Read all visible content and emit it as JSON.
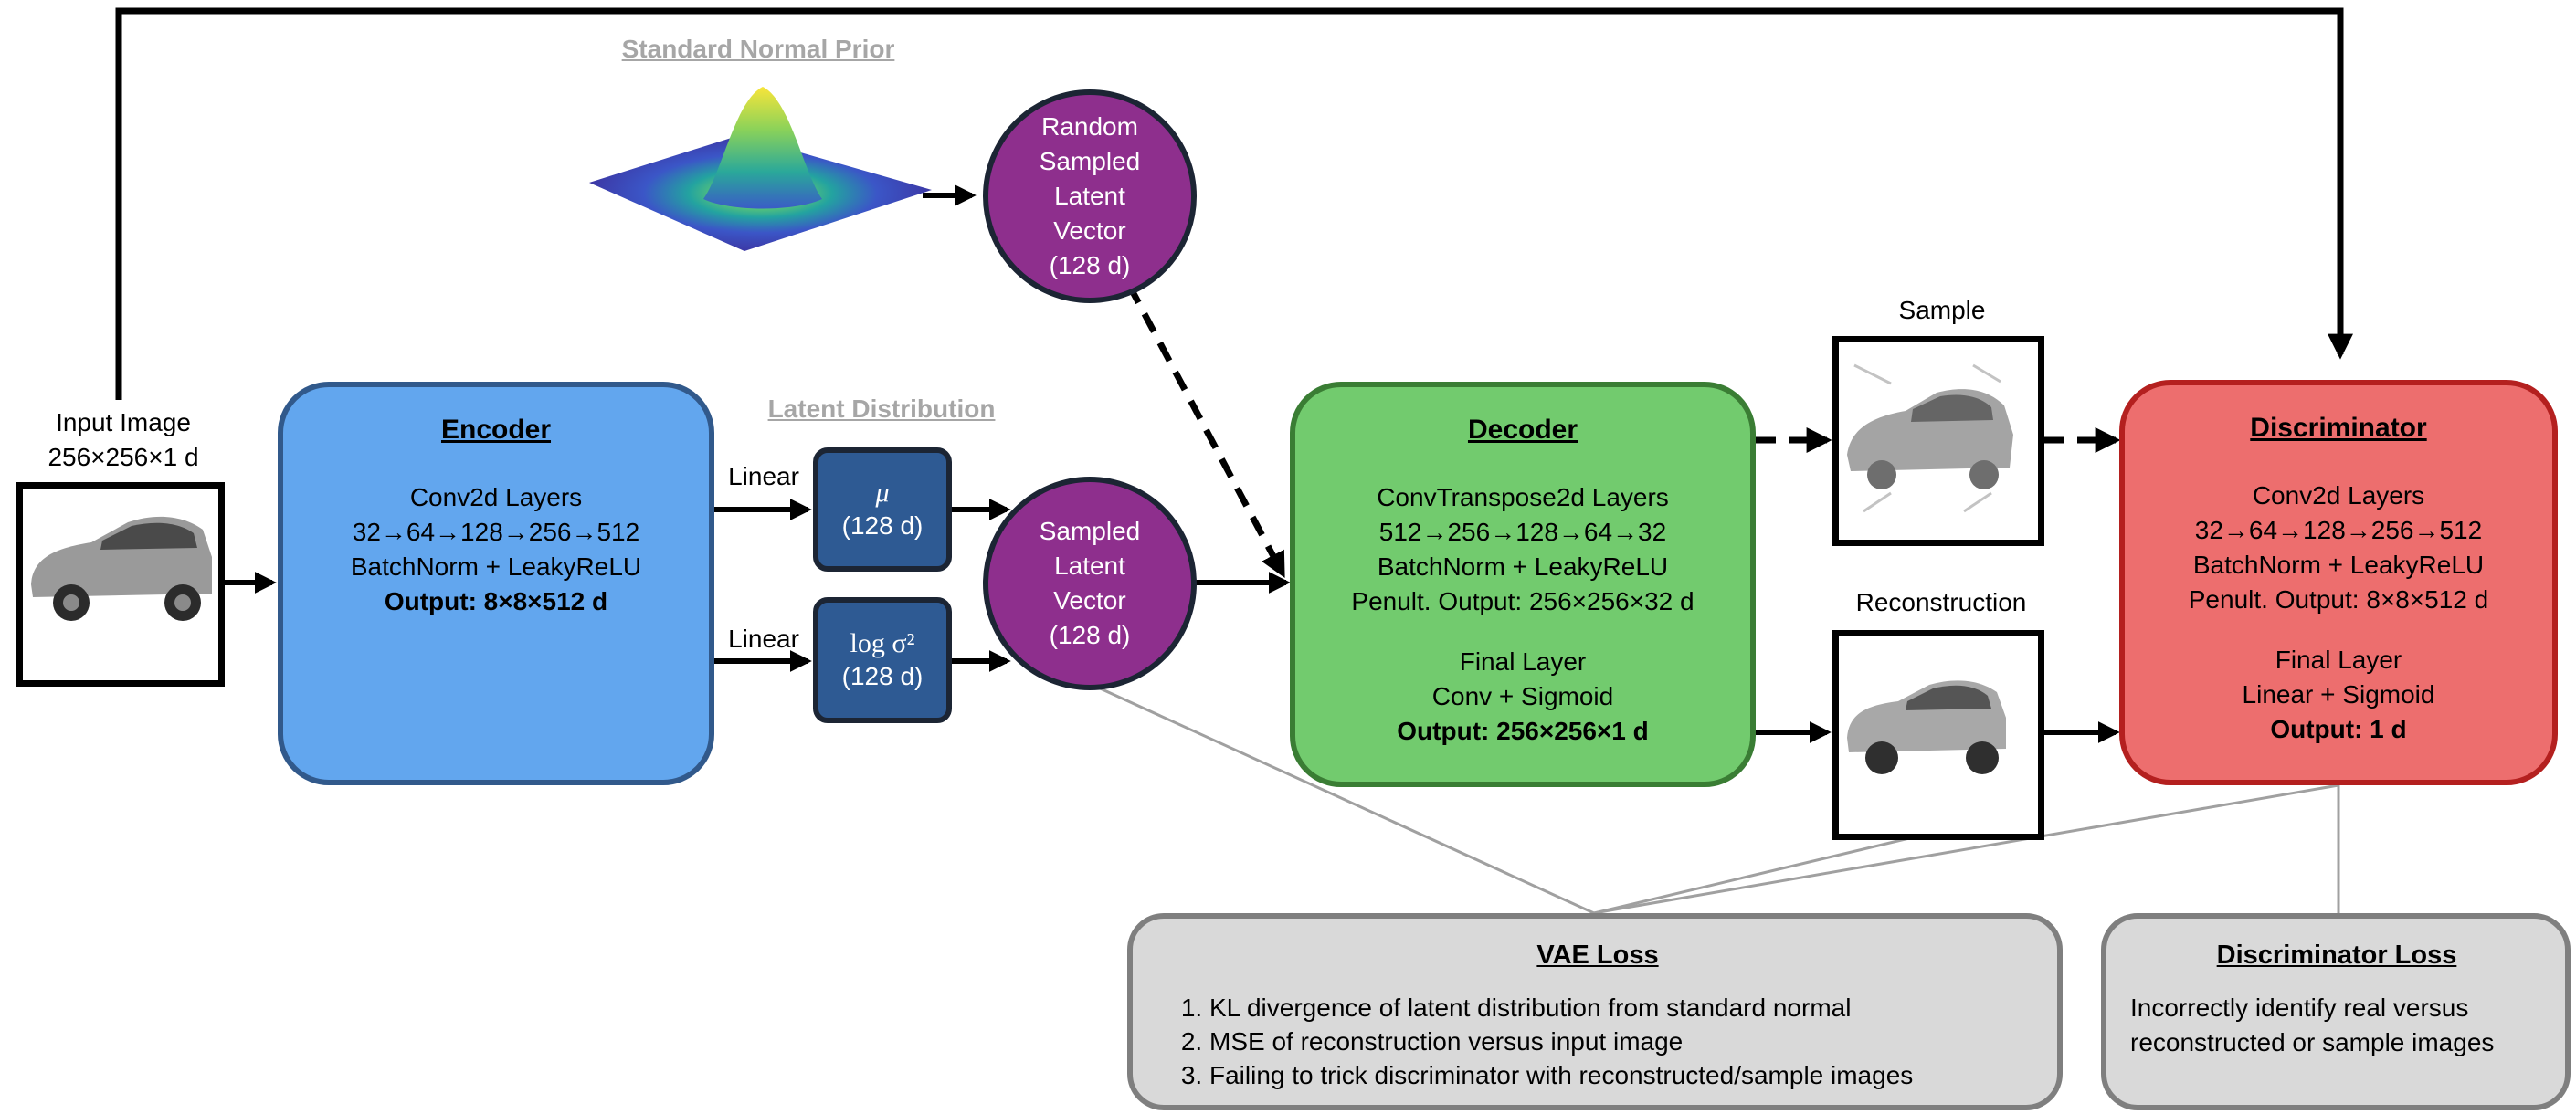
{
  "input": {
    "label_line1": "Input Image",
    "label_line2": "256×256×1 d"
  },
  "encoder": {
    "title": "Encoder",
    "line1": "Conv2d Layers",
    "line2": "32→64→128→256→512",
    "line3": "BatchNorm + LeakyReLU",
    "output": "Output: 8×8×512 d",
    "color": "#62a6ee"
  },
  "prior": {
    "title": "Standard Normal Prior"
  },
  "random_vector": {
    "lines": [
      "Random",
      "Sampled",
      "Latent",
      "Vector",
      "(128 d)"
    ]
  },
  "latent_distribution": {
    "title": "Latent Distribution"
  },
  "linear_mu": "Linear",
  "linear_logvar": "Linear",
  "mu_box": {
    "symbol": "μ",
    "dim": "(128 d)"
  },
  "logvar_box": {
    "symbol": "log σ²",
    "dim": "(128 d)"
  },
  "sampled_vector": {
    "lines": [
      "Sampled",
      "Latent",
      "Vector",
      "(128 d)"
    ]
  },
  "decoder": {
    "title": "Decoder",
    "line1": "ConvTranspose2d Layers",
    "line2": "512→256→128→64→32",
    "line3": "BatchNorm + LeakyReLU",
    "line4": "Penult. Output: 256×256×32 d",
    "line5": "Final Layer",
    "line6": "Conv + Sigmoid",
    "output": "Output: 256×256×1 d",
    "color": "#72cb6e"
  },
  "sample": {
    "label": "Sample"
  },
  "reconstruction": {
    "label": "Reconstruction"
  },
  "discriminator": {
    "title": "Discriminator",
    "line1": "Conv2d Layers",
    "line2": "32→64→128→256→512",
    "line3": "BatchNorm + LeakyReLU",
    "line4": "Penult. Output: 8×8×512 d",
    "line5": "Final Layer",
    "line6": "Linear + Sigmoid",
    "output": "Output: 1 d",
    "color": "#ed6e6e"
  },
  "vae_loss": {
    "title": "VAE Loss",
    "items": [
      "KL divergence of latent distribution from standard normal",
      "MSE of reconstruction versus input image",
      "Failing to trick discriminator with reconstructed/sample images"
    ]
  },
  "disc_loss": {
    "title": "Discriminator Loss",
    "line1": "Incorrectly identify real versus",
    "line2": "reconstructed or sample images"
  }
}
